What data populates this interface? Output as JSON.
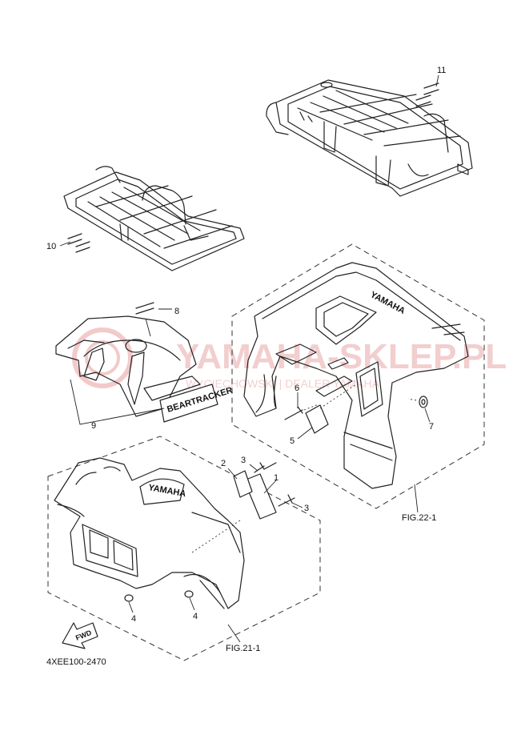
{
  "callouts": {
    "c1": "1",
    "c2": "2",
    "c3a": "3",
    "c3b": "3",
    "c4a": "4",
    "c4b": "4",
    "c5": "5",
    "c6": "6",
    "c7": "7",
    "c8": "8",
    "c9": "9",
    "c10": "10",
    "c11": "11"
  },
  "figure_refs": {
    "front": "FIG.21-1",
    "rear": "FIG.22-1"
  },
  "fwd_arrow": "FWD",
  "drawing_number": "4XEE100-2470",
  "watermark": {
    "main": "YAMAHA-SKLEP.PL",
    "sub": "WYCIECHOWSKI | DEALER YAMAHA"
  },
  "decals": {
    "brand": "YAMAHA",
    "model": "BEARTRACKER"
  },
  "colors": {
    "line": "#222222",
    "watermark": "#e9a7a7",
    "background": "#ffffff"
  }
}
